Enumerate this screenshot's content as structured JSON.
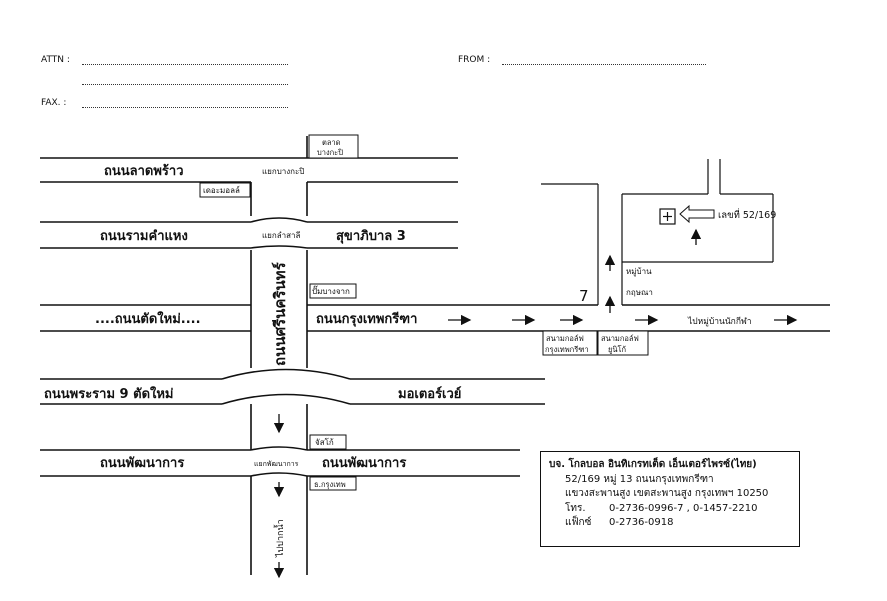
{
  "header": {
    "attn_label": "ATTN :",
    "fax_label": "FAX. :",
    "from_label": "FROM :"
  },
  "map": {
    "road_ladprao": "ถนนลาดพร้าว",
    "junc_bangkapi": "แยกบางกะปิ",
    "landmark_market": "ตลาด",
    "landmark_market2": "บางกะปิ",
    "landmark_mall": "เดอะมอลล์",
    "road_ramkhamhaeng": "ถนนรามคำแหง",
    "junc_lamsali": "แยกลำสาลี",
    "road_sukhaphiban3": "สุขาภิบาล 3",
    "road_srinakarin": "ถนนศรีนครินทร์",
    "landmark_gas": "ปั๊มบางจาก",
    "road_new_cut": "....ถนนตัดใหม่....",
    "road_krungthep_kreetha": "ถนนกรุงเทพกรีฑา",
    "to_village": "ไปหมู่บ้านนักกีฬา",
    "golf1_a": "สนามกอล์ฟ",
    "golf1_b": "กรุงเทพกรีฑา",
    "golf2_a": "สนามกอล์ฟ",
    "golf2_b": "ยูนิโก้",
    "village_a": "หมู่บ้าน",
    "village_b": "กฤษณา",
    "house_no": "เลขที่ 52/169",
    "soi_mark": "7",
    "road_rama9": "ถนนพระราม 9 ตัดใหม่",
    "road_motorway": "มอเตอร์เวย์",
    "landmark_jusco": "จัสโก้",
    "road_phatthanakan_left": "ถนนพัฒนาการ",
    "junc_phatthanakan": "แยกพัฒนาการ",
    "road_phatthanakan_right": "ถนนพัฒนาการ",
    "landmark_bank": "ธ.กรุงเทพ",
    "to_paknam": "ไปปากน้ำ"
  },
  "address": {
    "company": "บจ. โกลบอล อินทิเกรทเต็ด เอ็นเตอร์ไพรซ์(ไทย)",
    "line1": "52/169 หมู่ 13 ถนนกรุงเทพกรีฑา",
    "line2": "แขวงสะพานสูง  เขตสะพานสูง  กรุงเทพฯ 10250",
    "tel_label": "โทร.",
    "tel_value": "0-2736-0996-7 , 0-1457-2210",
    "fax_label": "แฟ็กซ์",
    "fax_value": "0-2736-0918"
  }
}
